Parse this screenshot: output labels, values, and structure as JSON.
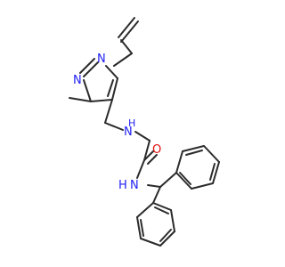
{
  "atoms": {
    "N1": {
      "symbol": "N",
      "color": "#1e1ef5"
    },
    "N2": {
      "symbol": "N",
      "color": "#1e1ef5"
    },
    "NH_amine": {
      "symbol": "H",
      "hetero": "N",
      "color": "#1e1ef5"
    },
    "O": {
      "symbol": "O",
      "color": "#e01010"
    },
    "NH_amide": {
      "symbol": "H",
      "hetero": "N",
      "color": "#1e1ef5"
    }
  },
  "labels": {
    "n1": "N",
    "n2": "N",
    "amine_n": "N",
    "amine_h": "H",
    "oxygen": "O",
    "amide_n": "N",
    "amide_h": "H"
  },
  "colors": {
    "bond": "#2b2b2b",
    "nitrogen": "#1e1ef5",
    "oxygen": "#e01010"
  }
}
